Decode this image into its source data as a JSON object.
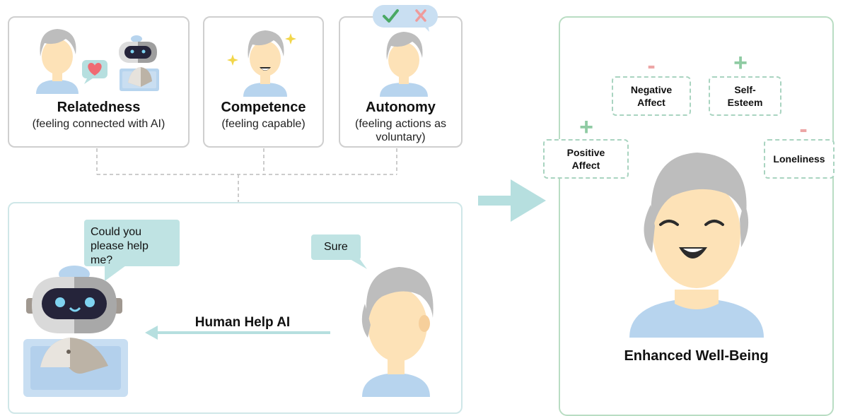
{
  "needs": [
    {
      "title": "Relatedness",
      "subtitle": "(feeling connected with AI)"
    },
    {
      "title": "Competence",
      "subtitle": "(feeling capable)"
    },
    {
      "title": "Autonomy",
      "subtitle": "(feeling actions as voluntary)"
    }
  ],
  "interaction": {
    "robot_speech": "Could you please help me?",
    "human_speech": "Sure",
    "arrow_label": "Human Help AI"
  },
  "wellbeing": {
    "title": "Enhanced Well-Being",
    "effects": [
      {
        "label": "Negative Affect",
        "sign": "-"
      },
      {
        "label": "Self-Esteem",
        "sign": "+"
      },
      {
        "label": "Positive Affect",
        "sign": "+"
      },
      {
        "label": "Loneliness",
        "sign": "-"
      }
    ]
  },
  "colors": {
    "skin": "#fde2b7",
    "hair": "#bdbdbd",
    "shirt": "#b7d4ee",
    "accent_teal": "#b6dfdf",
    "plus_green": "#8fcba3",
    "minus_pink": "#eda6a6",
    "heart": "#f06b73"
  }
}
